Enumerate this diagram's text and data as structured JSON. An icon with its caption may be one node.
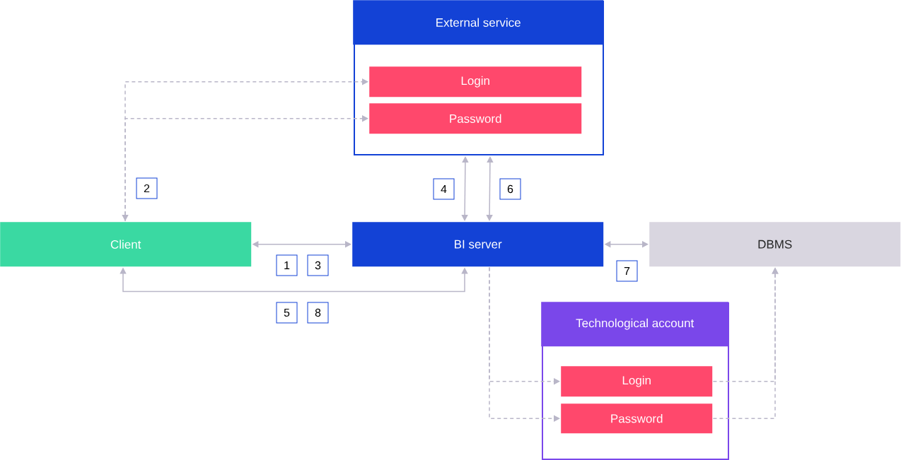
{
  "diagram": {
    "nodes": [
      {
        "text": [],
        "shape": "box"
      },
      {
        "text": [
          "External service"
        ],
        "in": 0
      },
      {
        "text": [
          "Login"
        ],
        "in": 0
      },
      {
        "text": [
          "Password"
        ],
        "in": 0
      },
      {
        "text": [
          "Client"
        ]
      },
      {
        "text": [
          "BI server"
        ]
      },
      {
        "text": [
          "DBMS"
        ]
      },
      {
        "text": [],
        "shape": "box"
      },
      {
        "text": [
          "Technological account"
        ],
        "in": 7
      },
      {
        "text": [
          "Login"
        ],
        "in": 7
      },
      {
        "text": [
          "Password"
        ],
        "in": 7
      },
      {
        "text": [
          "1"
        ]
      },
      {
        "text": [
          "2"
        ]
      },
      {
        "text": [
          "3"
        ]
      },
      {
        "text": [
          "4"
        ]
      },
      {
        "text": [
          "5"
        ]
      },
      {
        "text": [
          "6"
        ]
      },
      {
        "text": [
          "7"
        ]
      },
      {
        "text": [
          "8"
        ]
      }
    ],
    "edges": [
      {
        "from": 4,
        "to": 2,
        "arrow": "both",
        "style": "dashed"
      },
      {
        "from": 4,
        "to": 3,
        "arrow": "to",
        "style": "dashed"
      },
      {
        "from": 4,
        "to": 5,
        "arrow": "both"
      },
      {
        "from": 4,
        "to": 5,
        "arrow": "both"
      },
      {
        "from": 5,
        "to": 0,
        "arrow": "both"
      },
      {
        "from": 5,
        "to": 0,
        "arrow": "both"
      },
      {
        "from": 5,
        "to": 6,
        "arrow": "both"
      },
      {
        "from": 5,
        "to": 9,
        "arrow": "to",
        "style": "dashed"
      },
      {
        "from": 5,
        "to": 10,
        "arrow": "to",
        "style": "dashed"
      },
      {
        "from": 9,
        "to": 6,
        "arrow": "to",
        "style": "dashed"
      },
      {
        "from": 10,
        "to": 6,
        "arrow": "to",
        "style": "dashed"
      }
    ]
  }
}
